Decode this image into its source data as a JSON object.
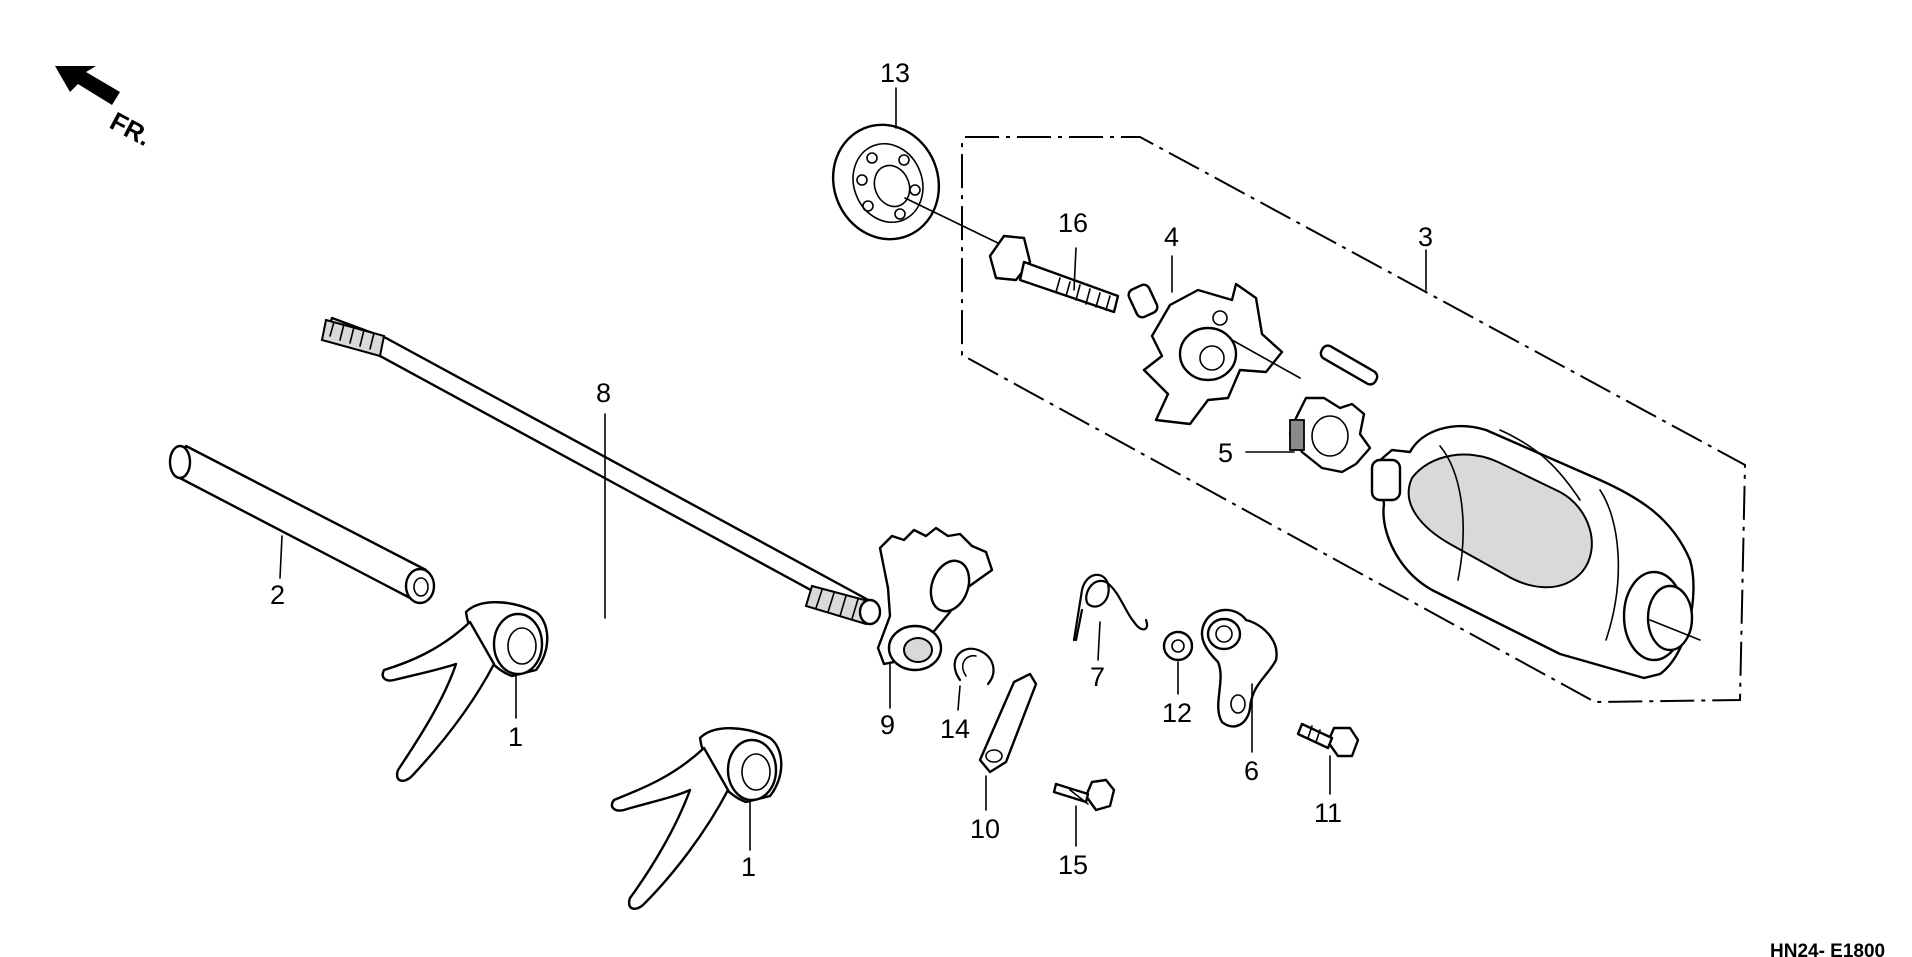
{
  "front_indicator": {
    "text": "FR.",
    "icon": "front-direction-arrow-icon"
  },
  "reference_code": "HN24- E1800",
  "callouts": [
    {
      "id": "part-1a",
      "number": "1"
    },
    {
      "id": "part-1b",
      "number": "1"
    },
    {
      "id": "part-2",
      "number": "2"
    },
    {
      "id": "part-3",
      "number": "3"
    },
    {
      "id": "part-4",
      "number": "4"
    },
    {
      "id": "part-5",
      "number": "5"
    },
    {
      "id": "part-6",
      "number": "6"
    },
    {
      "id": "part-7",
      "number": "7"
    },
    {
      "id": "part-8",
      "number": "8"
    },
    {
      "id": "part-9",
      "number": "9"
    },
    {
      "id": "part-10",
      "number": "10"
    },
    {
      "id": "part-11",
      "number": "11"
    },
    {
      "id": "part-12",
      "number": "12"
    },
    {
      "id": "part-13",
      "number": "13"
    },
    {
      "id": "part-14",
      "number": "14"
    },
    {
      "id": "part-15",
      "number": "15"
    },
    {
      "id": "part-16",
      "number": "16"
    }
  ]
}
